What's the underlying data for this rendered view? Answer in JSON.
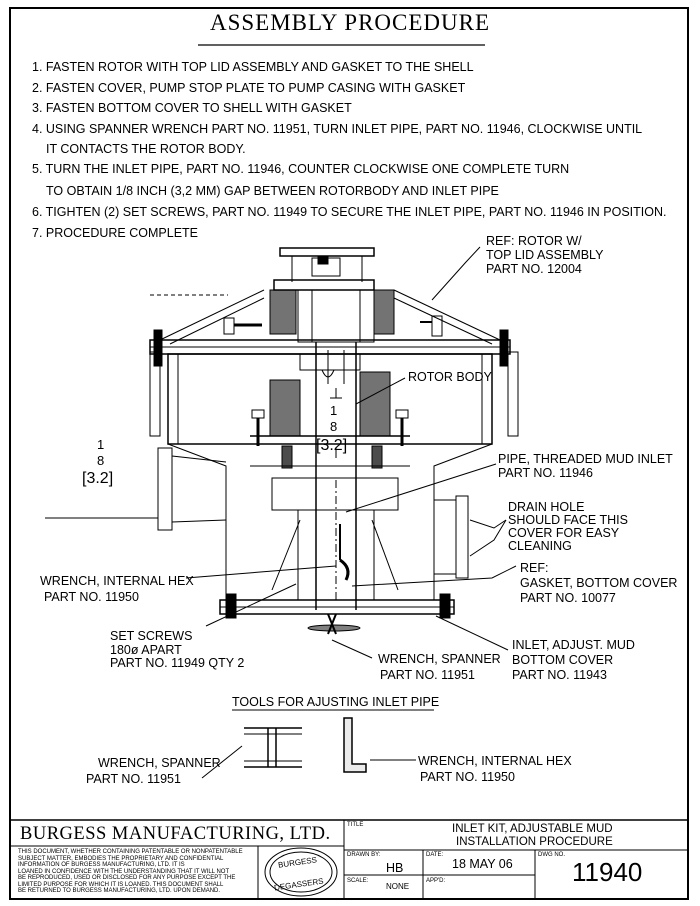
{
  "title": "ASSEMBLY PROCEDURE",
  "steps": [
    "1. FASTEN ROTOR WITH TOP LID ASSEMBLY AND GASKET TO THE SHELL",
    "2. FASTEN COVER, PUMP STOP PLATE TO PUMP CASING WITH GASKET",
    "3. FASTEN BOTTOM COVER TO SHELL WITH GASKET",
    "4. USING SPANNER WRENCH PART NO. 11951, TURN INLET PIPE, PART NO. 11946, CLOCKWISE UNTIL",
    "IT CONTACTS THE ROTOR BODY.",
    "5. TURN THE INLET PIPE, PART NO. 11946, COUNTER CLOCKWISE ONE COMPLETE TURN",
    "TO OBTAIN 1/8 INCH (3,2 MM) GAP BETWEEN ROTORBODY AND INLET PIPE",
    "6. TIGHTEN (2) SET SCREWS, PART NO. 11949 TO SECURE THE INLET PIPE, PART NO. 11946 IN POSITION.",
    "7. PROCEDURE COMPLETE"
  ],
  "callouts": {
    "rotor_ref": [
      "REF: ROTOR W/",
      "TOP LID ASSEMBLY",
      "PART NO. 12004"
    ],
    "rotor_body": "ROTOR BODY",
    "gap_center": {
      "num": "1",
      "den": "8",
      "mm": "[3.2]"
    },
    "gap_left": {
      "num": "1",
      "den": "8",
      "mm": "[3.2]"
    },
    "pipe": [
      "PIPE, THREADED MUD INLET",
      "PART NO. 11946"
    ],
    "drain": [
      "DRAIN HOLE",
      "SHOULD FACE THIS",
      "COVER FOR EASY",
      "CLEANING"
    ],
    "gasket": [
      "REF:",
      "GASKET, BOTTOM COVER",
      "PART NO. 10077"
    ],
    "hex": [
      "WRENCH, INTERNAL HEX",
      "PART NO. 11950"
    ],
    "setscrews": [
      "SET SCREWS",
      "180ø APART",
      "PART NO. 11949 QTY 2"
    ],
    "spanner": [
      "WRENCH, SPANNER",
      "PART NO. 11951"
    ],
    "inlet_adj": [
      "INLET, ADJUST. MUD",
      "BOTTOM COVER",
      "PART NO. 11943"
    ]
  },
  "tools": {
    "heading": "TOOLS FOR AJUSTING INLET PIPE",
    "spanner": [
      "WRENCH, SPANNER",
      "PART NO. 11951"
    ],
    "hex": [
      "WRENCH, INTERNAL HEX",
      "PART NO. 11950"
    ]
  },
  "title_block": {
    "company": "BURGESS MANUFACTURING, LTD.",
    "disclaimer": [
      "THIS DOCUMENT, WHETHER CONTAINING PATENTABLE OR NONPATENTABLE",
      "SUBJECT MATTER, EMBODIES THE PROPRIETARY AND CONFIDENTIAL",
      "INFORMATION OF BURGESS MANUFACTURING, LTD. IT IS",
      "LOANED IN CONFIDENCE WITH THE UNDERSTANDING THAT IT WILL NOT",
      "BE REPRODUCED, USED OR DISCLOSED FOR ANY PURPOSE EXCEPT THE",
      "LIMITED PURPOSE FOR WHICH IT IS LOANED. THIS DOCUMENT SHALL",
      "BE RETURNED TO BURGESS MANUFACTURING, LTD. UPON DEMAND."
    ],
    "logo_top": "BURGESS",
    "logo_bottom": "DEGASSERS",
    "title_label": "TITLE",
    "title_lines": [
      "INLET KIT, ADJUSTABLE MUD",
      "INSTALLATION PROCEDURE"
    ],
    "drawn_by_label": "DRAWN BY:",
    "drawn_by": "HB",
    "date_label": "DATE:",
    "date": "18 MAY 06",
    "dwg_no_label": "DWG NO.",
    "dwg_no": "11940",
    "scale_label": "SCALE:",
    "scale": "NONE",
    "appd_label": "APP'D:"
  }
}
